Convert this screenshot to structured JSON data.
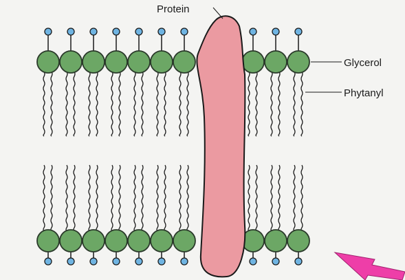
{
  "labels": {
    "protein": "Protein",
    "glycerol": "Glycerol",
    "phytanyl": "Phytanyl"
  },
  "colors": {
    "background": "#f4f4f2",
    "glycerol_fill": "#6ca765",
    "glycerol_stroke": "#2b3a2b",
    "head_fill": "#6fb4e2",
    "protein_fill": "#eb9aa1",
    "arrow_fill": "#ee3ea8",
    "line": "#1a1a1a"
  },
  "membrane": {
    "left_lipid_count": 7,
    "right_lipid_count": 3
  }
}
